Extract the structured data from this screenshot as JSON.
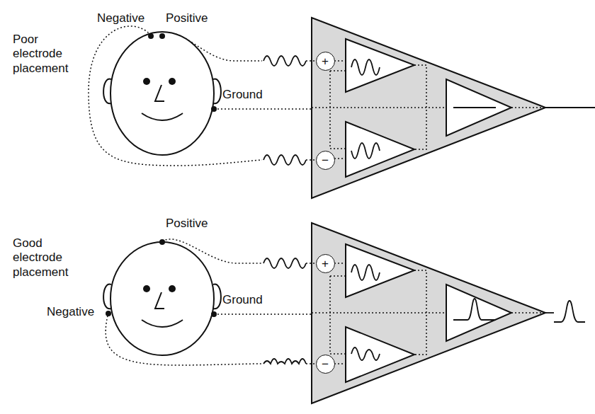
{
  "diagram": {
    "nodes": [
      {
        "text": [
          "+"
        ]
      },
      {
        "text": [
          "−"
        ]
      },
      {
        "text": [
          "+"
        ]
      },
      {
        "text": [
          "−"
        ]
      }
    ],
    "labels": [
      "Poor electrode placement",
      "Negative",
      "Positive",
      "Ground",
      "Good electrode placement",
      "Positive",
      "Ground",
      "Negative"
    ]
  }
}
